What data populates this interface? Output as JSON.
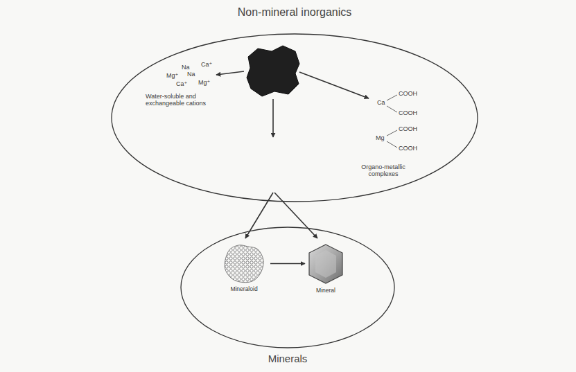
{
  "diagram": {
    "nodes": [
      {
        "text": [
          "Non-mineral inorganics"
        ]
      },
      {
        "text": [
          "Minerals"
        ]
      },
      {
        "text": [
          "Mineraloid"
        ],
        "in": 1
      },
      {
        "text": [
          "Mineral"
        ],
        "in": 1
      }
    ],
    "edges": [
      {
        "from": 2,
        "to": 3,
        "arrow": "to"
      }
    ],
    "labels": [
      "Na",
      "Ca⁺",
      "Mg⁺",
      "Na",
      "Ca⁺",
      "Mg⁺",
      "Water-soluble and exchangeable cations",
      "Ca",
      "COOH",
      "COOH",
      "Mg",
      "COOH",
      "COOH",
      "Organo-metallic complexes"
    ]
  }
}
